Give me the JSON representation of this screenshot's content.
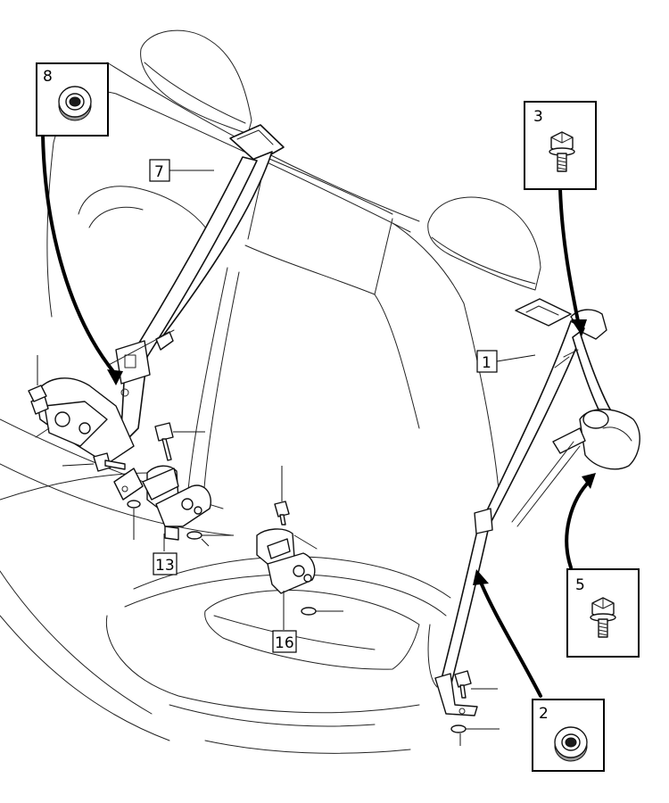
{
  "callouts": [
    {
      "id": "c1",
      "label": "1"
    },
    {
      "id": "c2",
      "label": "2"
    },
    {
      "id": "c3",
      "label": "3"
    },
    {
      "id": "c5",
      "label": "5"
    },
    {
      "id": "c7",
      "label": "7"
    },
    {
      "id": "c8",
      "label": "8"
    },
    {
      "id": "c13",
      "label": "13"
    },
    {
      "id": "c16",
      "label": "16"
    }
  ],
  "parts": {
    "p1": "seat-belt-right",
    "p2": "grommet",
    "p3": "flange-bolt",
    "p5": "flange-bolt",
    "p7": "seat-belt-left",
    "p8": "grommet",
    "p13": "buckle-left",
    "p16": "buckle-center"
  }
}
